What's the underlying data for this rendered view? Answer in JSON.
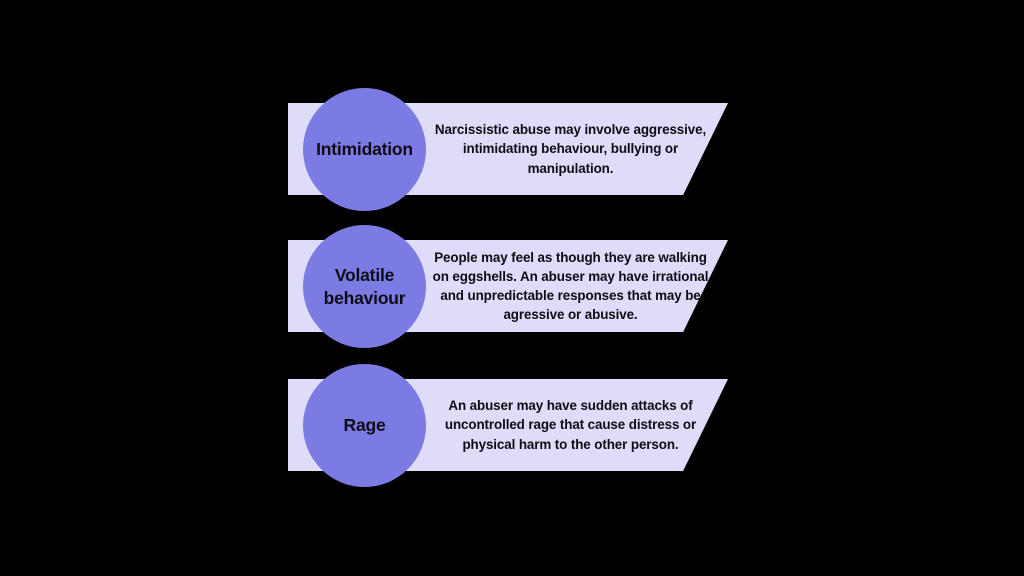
{
  "slide": {
    "background_color": "#000000",
    "banner_color": "#DEDCF8",
    "circle_color": "#7B7BE3",
    "text_color": "#0c0c14"
  },
  "items": [
    {
      "title": "Intimidation",
      "description": "Narcissistic abuse may involve aggressive, intimidating behaviour, bullying or manipulation."
    },
    {
      "title": "Volatile\nbehaviour",
      "description": "People may feel as though they are walking on eggshells. An abuser may have irrational and unpredictable responses that may be agressive or abusive."
    },
    {
      "title": "Rage",
      "description": "An abuser may have sudden attacks of uncontrolled rage that cause distress or physical harm to the other person."
    }
  ]
}
